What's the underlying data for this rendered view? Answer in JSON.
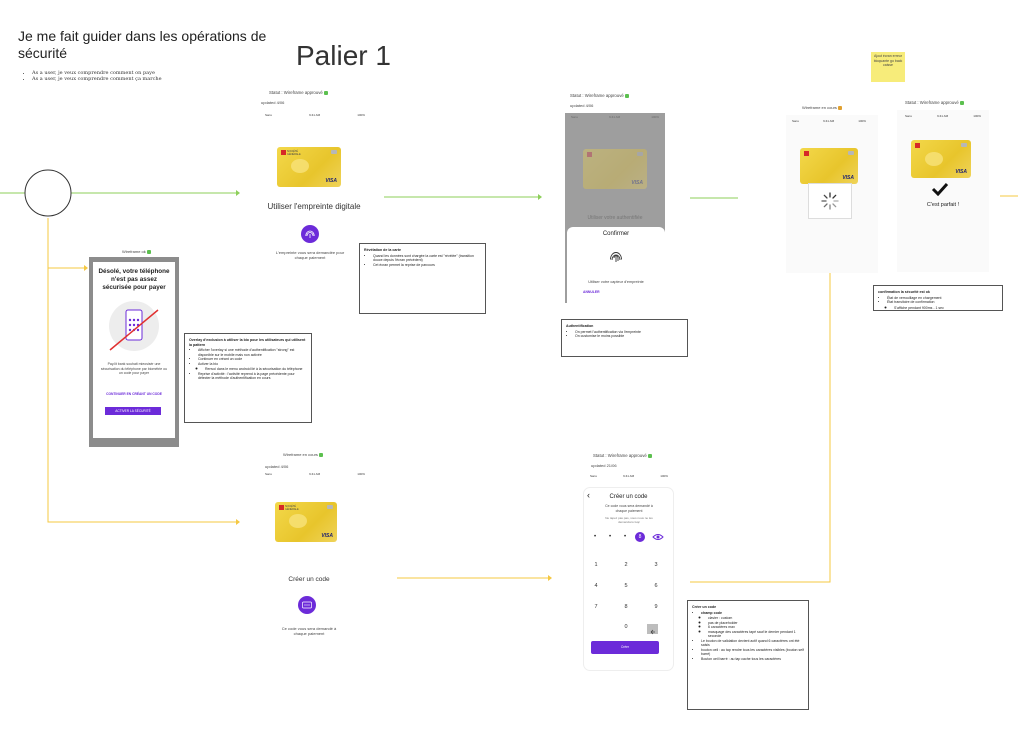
{
  "header": {
    "title": "Je me fait guider dans les opérations de sécurité",
    "stories": [
      "As a user, je veux comprendre comment on paye",
      "As a user, je veux comprendre comment ça marche"
    ],
    "palier": "Palier 1"
  },
  "colors": {
    "flow_green": "#8dcf5a",
    "flow_yellow": "#f5c842",
    "accent_purple": "#6c2bd9",
    "card_yellow": "#f0d33c",
    "status_green": "#5cc04f",
    "sticky_yellow": "#f7ec7a",
    "red_cross": "#e03030"
  },
  "status_bar": {
    "left": "Sans",
    "center": "9:41 AM",
    "right": "100%"
  },
  "fingerprint_screen": {
    "status": "Statut : Wireframe approuvé",
    "updated": "updated 4/06",
    "title": "Utiliser l'empreinte digitale",
    "caption": "L'empreinte vous sera demandée pour chaque paiement"
  },
  "unsafe_overlay": {
    "label": "Wireframe ok",
    "title": "Désolé, votre téléphone n'est pas assez sécurisée pour payer",
    "body": "Pay.lit bank souhait mieosisér une sécurisation du téléphone par biométrie ou un code pour payer",
    "link": "CONTINUER EN CRÉANT UN CODE",
    "button": "ACTIVER LA SÉCURITÉ"
  },
  "overlay_note": {
    "title": "Overlay d'exclusion à utiliser la bio pour les utilisateurs qui utilisent la pattern",
    "items": [
      "Afficher l'overlay si une méthode d'authentification \"strong\" est disponible sur le mobile mais non activée",
      "Continuer en créant un code",
      "Activer la bio",
      "Renvoi dans le menu android lié à la sécurisation du téléphone",
      "Reprise d'activité : l'activité reprend à la page précédente pour détecter la méthode d'authentification en cours"
    ]
  },
  "card_note": {
    "title": "Révélation de la carte",
    "items": [
      "Quand les données sont chargée la carte est \"révélée\" (transition douce depuis l'écran précédent)",
      "Cet écran permet la reprise de parcours"
    ]
  },
  "confirm_screen": {
    "status": "Statut : Wireframe approuvé",
    "updated": "updated 4/06",
    "ghost_title": "Utiliser votre authentifiée",
    "sheet_title": "Confirmer",
    "sheet_caption": "Utiliser votre capteur d'empreinte",
    "cancel": "ANNULER"
  },
  "auth_note": {
    "title": "Authentification",
    "items": [
      "On permet l'authentification via l'empreinte",
      "On customise le moins possible"
    ]
  },
  "loading_screen": {
    "label": "Wireframe en cours"
  },
  "perfect_screen": {
    "status": "Statut : Wireframe approuvé",
    "text": "C'est parfait !"
  },
  "sticky_note": {
    "text": "Ajout écran erreur bloquante go back caisse"
  },
  "confirm_note": {
    "title": "confirmation la sécurité est ok",
    "items": [
      "État de verrouillage en chargement",
      "État transitoire de confirmation",
      "S'affiche pendant 900ms - 1 sec"
    ]
  },
  "create_code_intro": {
    "label": "Wireframe en cours",
    "updated": "updated 4/06",
    "title": "Créer un code",
    "caption": "Ce code vous sera demandé à chaque paiement"
  },
  "create_code_screen": {
    "status": "Statut : Wireframe approuvé",
    "updated": "updated 21/06",
    "title": "Créer un code",
    "subtitle": "Ce code vous sera demandé à chaque paiement",
    "hint": "Ne tapez pas pas, vous nous ne les demandons lsqc",
    "keys": [
      "1",
      "2",
      "3",
      "4",
      "5",
      "6",
      "7",
      "8",
      "9",
      "0"
    ],
    "dots": [
      "•",
      "•",
      "•",
      "8"
    ],
    "button": "Créer"
  },
  "code_note": {
    "title": "Créer un code",
    "subtitle": "champ code",
    "items": [
      "clavier : custom",
      "pas de placeholder",
      "6 caractères max",
      "masquage des caractères tapé sauf le dernier pendant 1 seconde",
      "Le bouton de validation devient actif quand 6 caractères ont été saisis",
      "bouton oeil : au tap rendre tous les caractères visibles (bouton self barré)",
      "Bouton oeil barré : au tap cache tous les caractères"
    ]
  }
}
